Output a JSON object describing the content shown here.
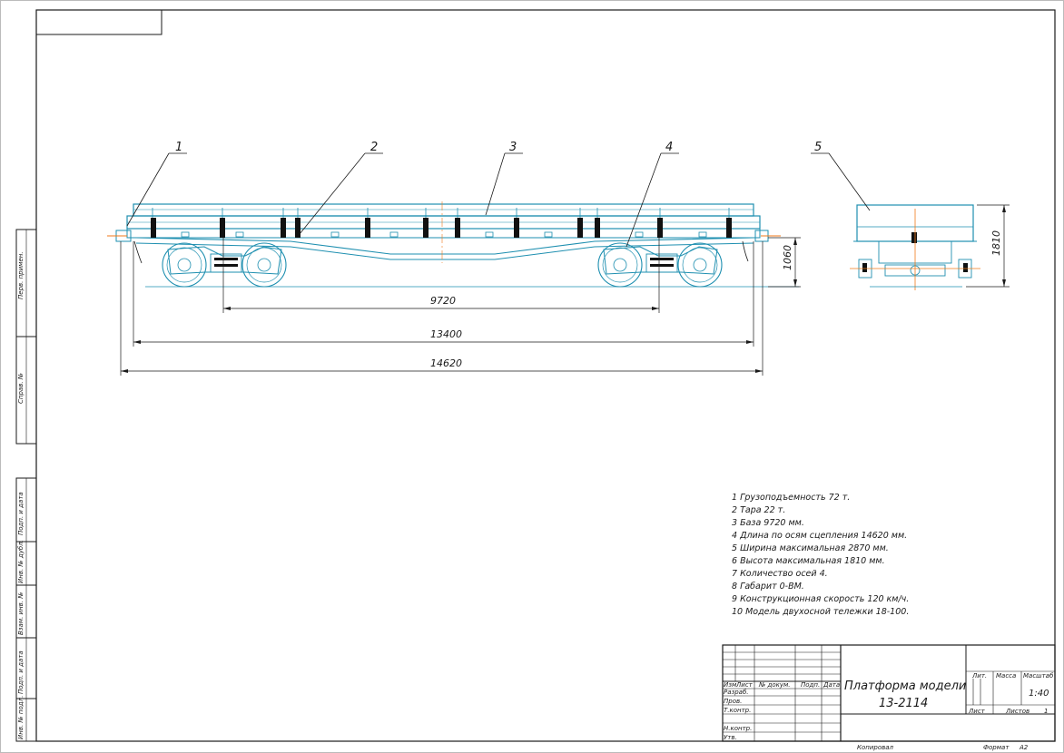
{
  "sheet": {
    "colors": {
      "ink": "#1a1a1a",
      "drawing": "#1e8fb0",
      "axis": "#f07a1a"
    }
  },
  "side_stamp": {
    "cells": [
      "Перв. примен.",
      "Справ. №",
      "Подп. и дата",
      "Инв. № дубл.",
      "Взам. инв. №",
      "Подп. и дата",
      "Инв. № подл."
    ]
  },
  "callouts": [
    "1",
    "2",
    "3",
    "4",
    "5"
  ],
  "dimensions": {
    "base": "9720",
    "frame_length": "13400",
    "coupling_length": "14620",
    "height_1060": "1060",
    "height_1810": "1810"
  },
  "specs": [
    "1  Грузоподъемность  72 т.",
    "2  Тара  22 т.",
    "3  База  9720 мм.",
    "4  Длина по осям сцепления  14620 мм.",
    "5  Ширина максимальная  2870 мм.",
    "6  Высота максимальная  1810 мм.",
    "7  Количество осей  4.",
    "8  Габарит  0-ВМ.",
    "9  Конструкционная скорость  120 км/ч.",
    "10  Модель двухосной тележки  18-100."
  ],
  "title_block": {
    "title_line1": "Платформа модели",
    "title_line2": "13-2114",
    "header_izm": "Изм",
    "header_list": "Лист",
    "header_doc": "№ докум.",
    "header_sign": "Подп.",
    "header_date": "Дата",
    "row_razrab": "Разраб.",
    "row_prov": "Пров.",
    "row_tkontr": "Т.контр.",
    "row_nkontr": "Н.контр.",
    "row_utv": "Утв.",
    "lit": "Лит.",
    "mass": "Масса",
    "scale_label": "Масштаб",
    "scale_value": "1:40",
    "sheet": "Лист",
    "sheets": "Листов",
    "sheets_value": "1"
  },
  "footer": {
    "copied": "Копировал",
    "format": "Формат",
    "format_value": "А2"
  }
}
